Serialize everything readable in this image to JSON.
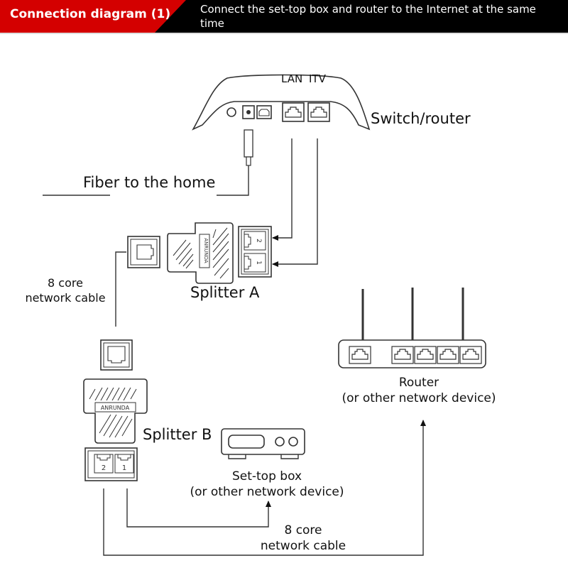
{
  "header": {
    "title": "Connection diagram (1)",
    "subtitle": "Connect the set-top box and router to the Internet at the same time",
    "accent_color": "#d40000",
    "background_color": "#000000"
  },
  "switch_router": {
    "label": "Switch/router",
    "port_labels": {
      "lan": "LAN",
      "itv": "ITV"
    }
  },
  "fiber": {
    "label": "Fiber to the home"
  },
  "splitter_a": {
    "label": "Splitter A",
    "brand": "ANRUNDA",
    "ports": [
      "2",
      "1"
    ]
  },
  "splitter_b": {
    "label": "Splitter B",
    "brand": "ANRUNDA",
    "ports": [
      "2",
      "1"
    ]
  },
  "cable_left": {
    "line1": "8 core",
    "line2": "network cable"
  },
  "cable_bottom": {
    "line1": "8 core",
    "line2": "network cable"
  },
  "router": {
    "line1": "Router",
    "line2": "(or other network device)"
  },
  "set_top_box": {
    "line1": "Set-top box",
    "line2": "(or other network device)"
  }
}
